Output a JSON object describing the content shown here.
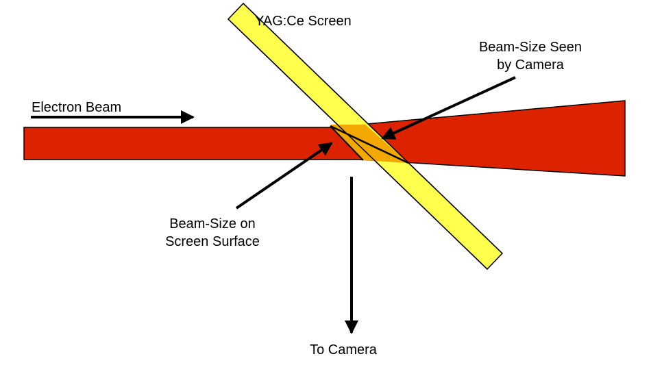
{
  "labels": {
    "screen": "YAG:Ce Screen",
    "beam": "Electron Beam",
    "seen_line1": "Beam-Size Seen",
    "seen_line2": "by Camera",
    "surface_line1": "Beam-Size on",
    "surface_line2": "Screen Surface",
    "camera": "To Camera"
  },
  "colors": {
    "beam": "#dd2200",
    "screen": "#ffff44",
    "overlap": "#f2a800",
    "line": "#000000",
    "background": "#ffffff"
  }
}
